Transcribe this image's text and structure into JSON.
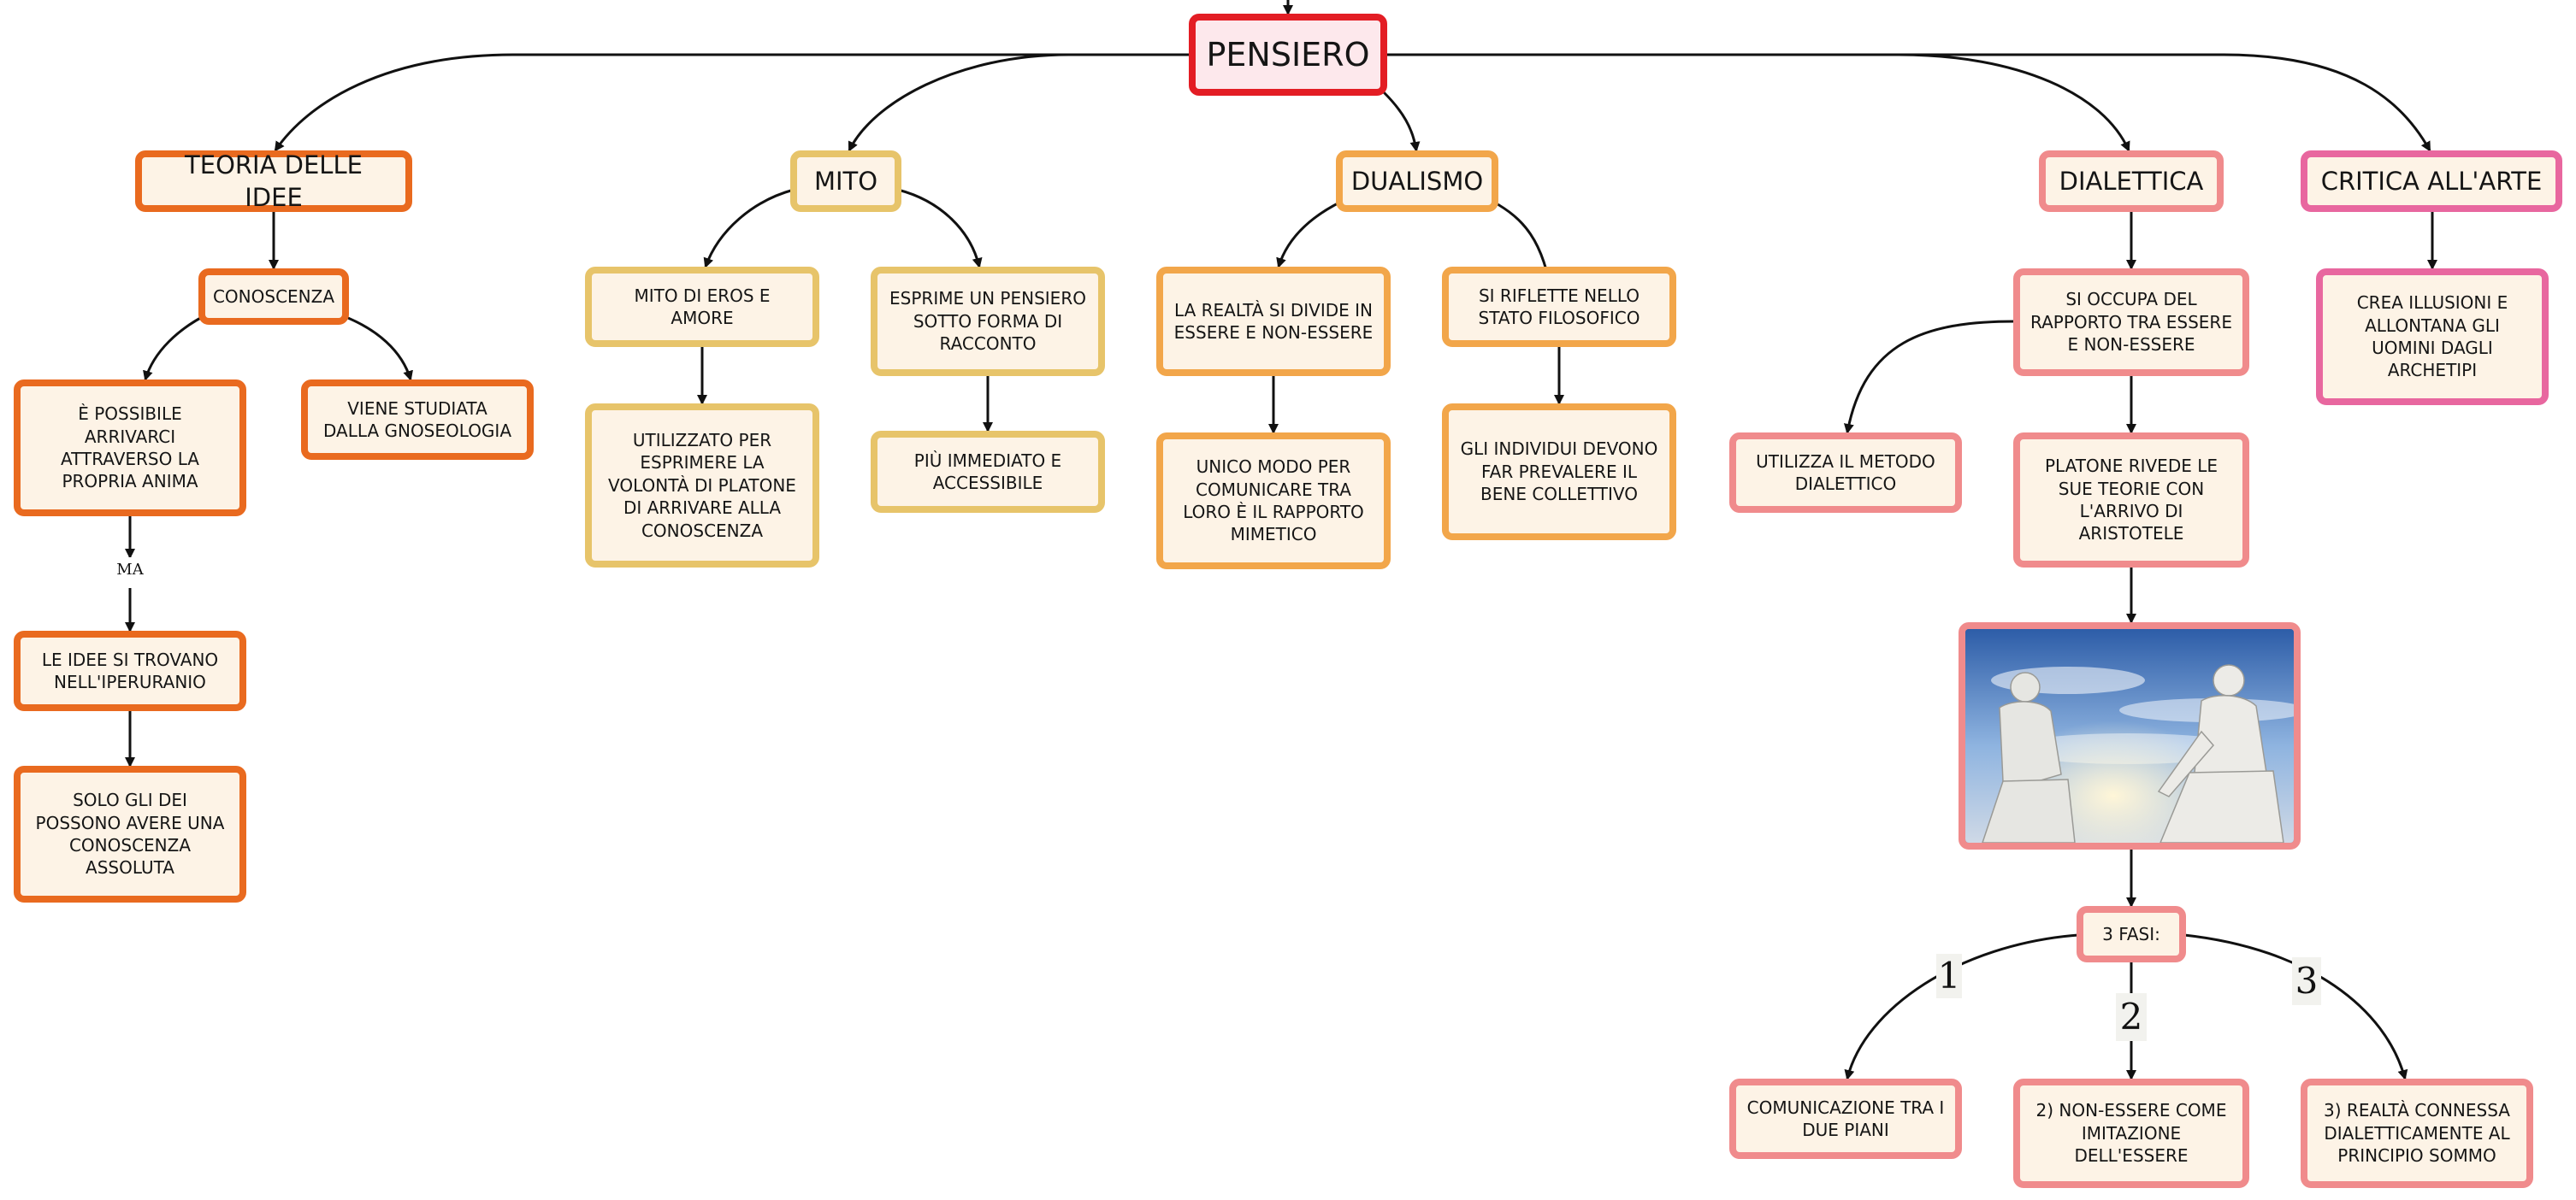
{
  "root": "PENSIERO",
  "branches": {
    "teoria": {
      "title": "TEORIA DELLE IDEE",
      "conoscenza": "CONOSCENZA",
      "anima": "È POSSIBILE ARRIVARCI ATTRAVERSO LA PROPRIA ANIMA",
      "gnoseologia": "VIENE STUDIATA DALLA GNOSEOLOGIA",
      "connector_label": "MA",
      "iperuranio": "LE IDEE SI TROVANO NELL'IPERURANIO",
      "dei": "SOLO GLI DEI POSSONO AVERE UNA CONOSCENZA ASSOLUTA"
    },
    "mito": {
      "title": "MITO",
      "eros": "MITO DI EROS E AMORE",
      "utilizzato": "UTILIZZATO PER ESPRIMERE LA VOLONTÀ DI PLATONE DI ARRIVARE ALLA CONOSCENZA",
      "esprime": "ESPRIME UN PENSIERO SOTTO FORMA DI RACCONTO",
      "immediato": "PIÙ IMMEDIATO E ACCESSIBILE"
    },
    "dualismo": {
      "title": "DUALISMO",
      "realta": "LA REALTÀ SI DIVIDE IN ESSERE E NON-ESSERE",
      "unico": "UNICO MODO PER COMUNICARE TRA LORO È IL RAPPORTO MIMETICO",
      "riflette": "SI RIFLETTE NELLO STATO FILOSOFICO",
      "individui": "GLI INDIVIDUI DEVONO FAR PREVALERE IL BENE COLLETTIVO"
    },
    "dialettica": {
      "title": "DIALETTICA",
      "rapporto": "SI OCCUPA DEL RAPPORTO TRA ESSERE E NON-ESSERE",
      "metodo": "UTILIZZA IL METODO DIALETTICO",
      "rivede": "PLATONE RIVEDE LE SUE TEORIE CON L'ARRIVO DI ARISTOTELE",
      "fasi": "3 FASI:",
      "fase1_label": "1",
      "fase2_label": "2",
      "fase3_label": "3",
      "fase1": "COMUNICAZIONE TRA I DUE PIANI",
      "fase2": "2) NON-ESSERE COME IMITAZIONE DELL'ESSERE",
      "fase3": "3) REALTÀ CONNESSA DIALETTICAMENTE AL PRINCIPIO SOMMO"
    },
    "critica": {
      "title": "CRITICA ALL'ARTE",
      "illusioni": "CREA ILLUSIONI E ALLONTANA GLI UOMINI DAGLI ARCHETIPI"
    }
  },
  "colors": {
    "root_border": "#e31d24",
    "teoria": "#e96a1f",
    "mito": "#e7c46a",
    "dualismo": "#f2a64a",
    "dialettica": "#f08b8c",
    "critica": "#e8679f",
    "node_fill": "#fdf3e6"
  }
}
